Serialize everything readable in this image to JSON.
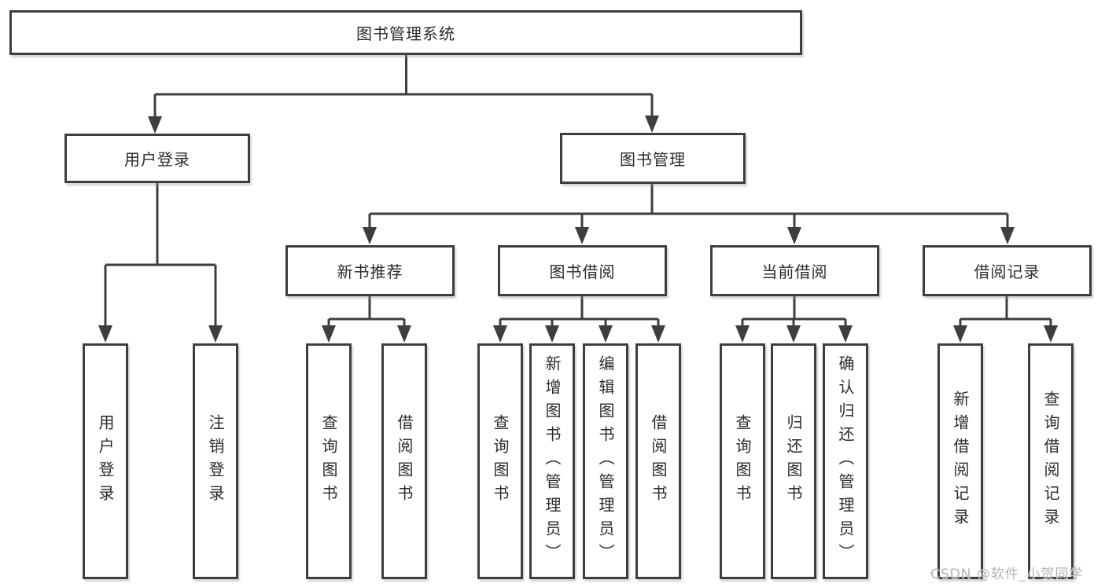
{
  "colors": {
    "line": "#3e3e3e",
    "text": "#2b2b2b",
    "background": "#ffffff",
    "watermark": "#b3b3b3"
  },
  "tree": {
    "root": {
      "label": "图书管理系统"
    },
    "level2": [
      {
        "label": "用户登录",
        "leaves": [
          "用户登录",
          "注销登录"
        ]
      },
      {
        "label": "图书管理",
        "groups": [
          {
            "label": "新书推荐",
            "leaves": [
              "查询图书",
              "借阅图书"
            ]
          },
          {
            "label": "图书借阅",
            "leaves": [
              "查询图书",
              "新增图书（管理员）",
              "编辑图书（管理员）",
              "借阅图书"
            ]
          },
          {
            "label": "当前借阅",
            "leaves": [
              "查询图书",
              "归还图书",
              "确认归还（管理员）"
            ]
          },
          {
            "label": "借阅记录",
            "leaves": [
              "新增借阅记录",
              "查询借阅记录"
            ]
          }
        ]
      }
    ]
  },
  "watermark": "CSDN @软件_小贺同学"
}
